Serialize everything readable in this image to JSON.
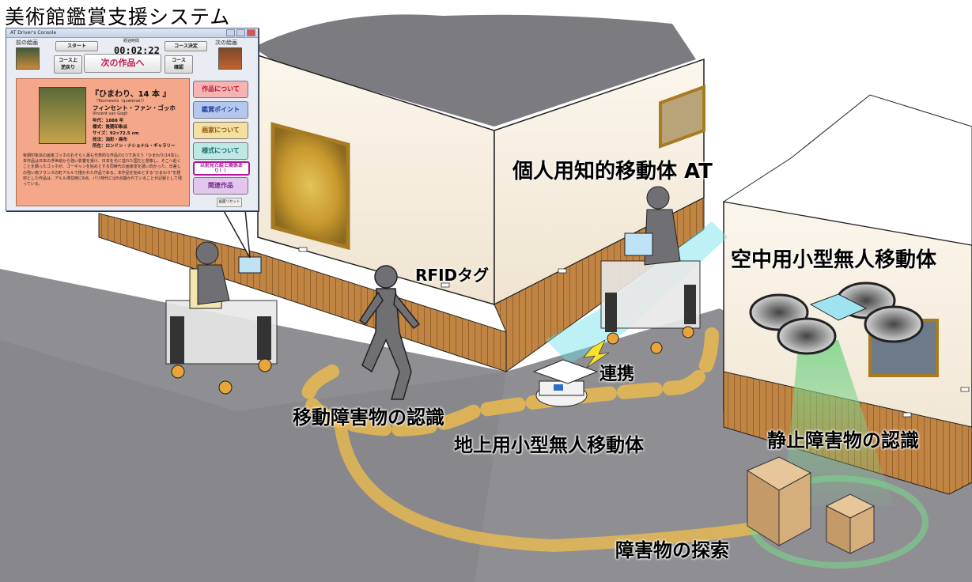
{
  "system_title": "美術館鑑賞支援システム",
  "labels": {
    "at": "個人用知的移動体 AT",
    "rfid": "RFIDタグ",
    "aerial": "空中用小型無人移動体",
    "link": "連携",
    "moving_obstacle": "移動障害物の認識",
    "ground_robot": "地上用小型無人移動体",
    "static_obstacle": "静止障害物の認識",
    "search": "障害物の探索"
  },
  "console": {
    "window_title": "AT Driver's Console",
    "prev_label": "前の絵画",
    "next_label": "次の絵画",
    "start_button": "スタート",
    "elapsed_label": "経過時間",
    "timer": "00:02:22",
    "course_decide": "コース決定",
    "course_back": "コース上\n逆戻り",
    "next_artwork": "次の作品へ",
    "course_confirm": "コース\n確認",
    "artwork": {
      "title": "『ひまわり、14 本 』",
      "title_en": "（Tournesols（quatorze））",
      "artist": "フィンセント・ファン・ゴッホ",
      "artist_en": "Vincent van Gogh",
      "year": "年代：1888 年",
      "style": "様式：後期印象派",
      "size": "サイズ：92×72.5 cm",
      "technique": "技法：油彩・画布",
      "location": "所在：ロンドン・ナショナル・ギャラリー",
      "description": "後期印象派の画家ゴッホのおそらく最も代表的な作品の1つであろう『ひまわり(14本)』。本作品は日本の浮世絵から強い影響を受け、日本を光に溢れた国だと想像し、そこへ赴くことを願ったゴッホが、ゴーギャンを始めとする同時代の画家達を誘い向かった、日差しの強い南フランスの町アルルで描かれた作品である。本作品を始めとする\"ひまわり\"を題材とした作品は、アルル滞在時に6点、パリ時代には5点描かれていることが記録として残っている。"
    },
    "side_buttons": [
      "作品について",
      "鑑賞ポイント",
      "画家について",
      "様式について",
      "以前見た絵と関係あり！！",
      "関連作品"
    ],
    "reset": "画面リセット"
  },
  "colors": {
    "path": "#f0bd4a",
    "floor": "#8b8b90",
    "wall": "#f7f0e4",
    "wainscot": "#b87a3a",
    "sensor_green": "#7cd38a",
    "link_cyan": "#6fe0e8"
  }
}
